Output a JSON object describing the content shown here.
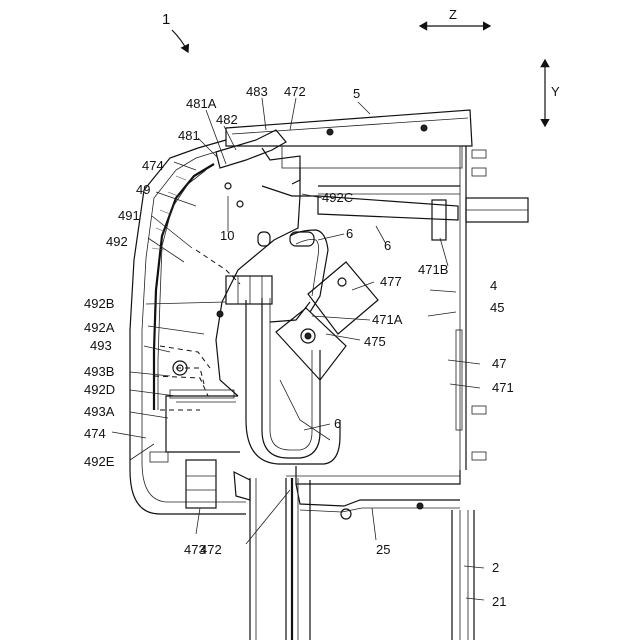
{
  "figure_ref": "1",
  "axes": {
    "z": "Z",
    "y": "Y"
  },
  "labels": {
    "l_5": "5",
    "l_483": "483",
    "l_472_top": "472",
    "l_481A": "481A",
    "l_482": "482",
    "l_481": "481",
    "l_474_top": "474",
    "l_49": "49",
    "l_492C": "492C",
    "l_491": "491",
    "l_10": "10",
    "l_6_a": "6",
    "l_6_b": "6",
    "l_492": "492",
    "l_477": "477",
    "l_471B": "471B",
    "l_4": "4",
    "l_45": "45",
    "l_492B": "492B",
    "l_471A": "471A",
    "l_492A": "492A",
    "l_475": "475",
    "l_493": "493",
    "l_47": "47",
    "l_493B": "493B",
    "l_471": "471",
    "l_492D": "492D",
    "l_493A": "493A",
    "l_474_low": "474",
    "l_6_c": "6",
    "l_492E": "492E",
    "l_473": "473",
    "l_472_low": "472",
    "l_25": "25",
    "l_2": "2",
    "l_21": "21"
  }
}
